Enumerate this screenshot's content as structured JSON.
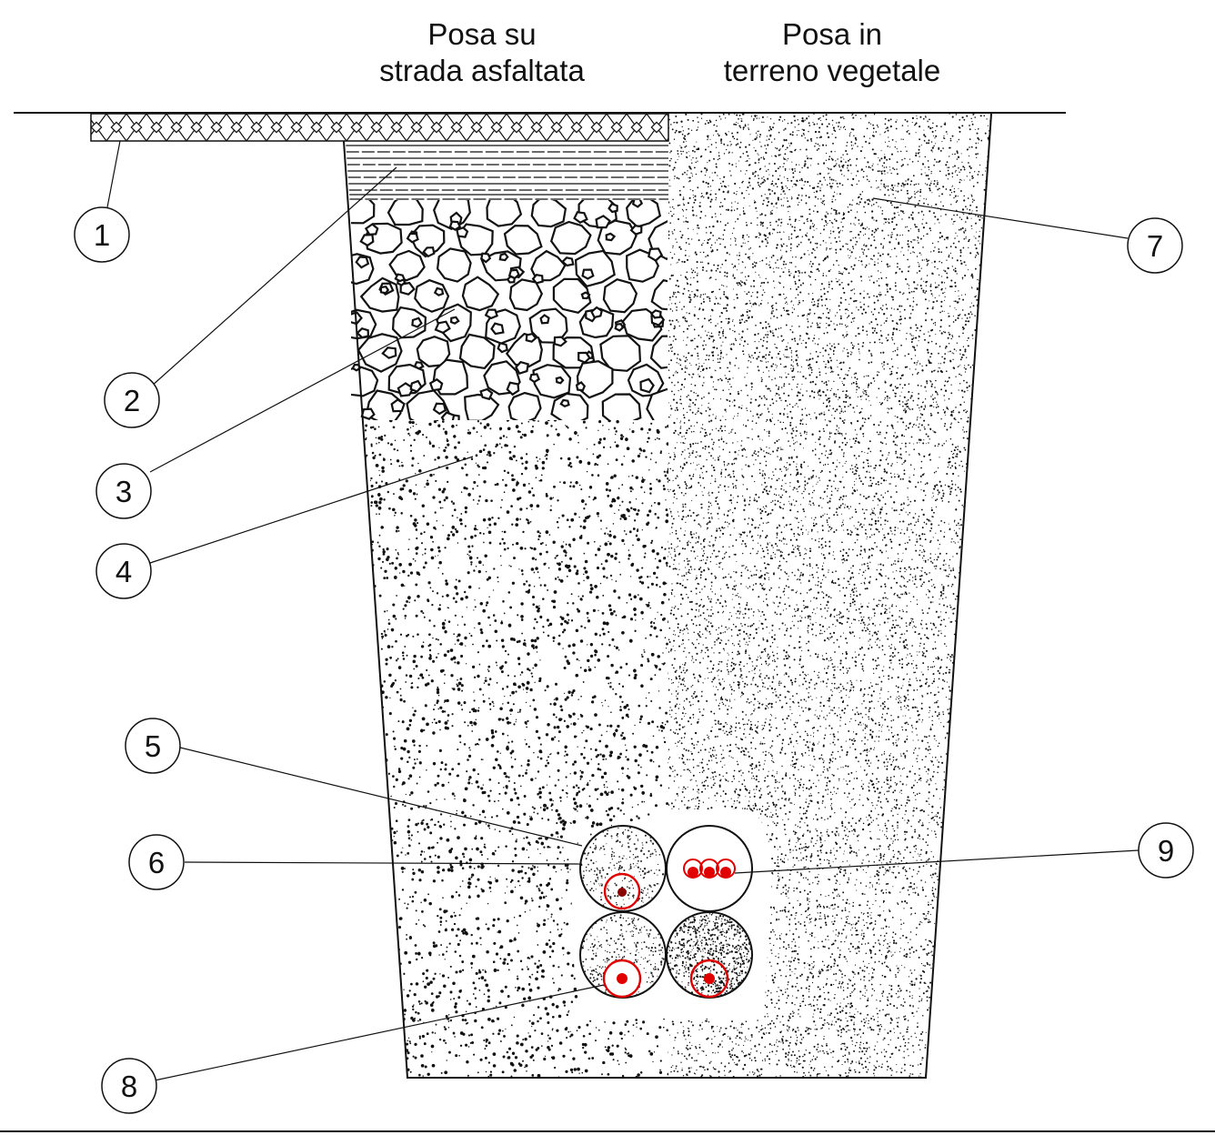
{
  "headings": {
    "asphalt_line1": "Posa su",
    "asphalt_line2": "strada asfaltata",
    "soil_line1": "Posa in",
    "soil_line2": "terreno vegetale"
  },
  "callouts": [
    "1",
    "2",
    "3",
    "4",
    "5",
    "6",
    "7",
    "8",
    "9"
  ],
  "colors": {
    "line": "#111111",
    "cable": "#e00000"
  }
}
